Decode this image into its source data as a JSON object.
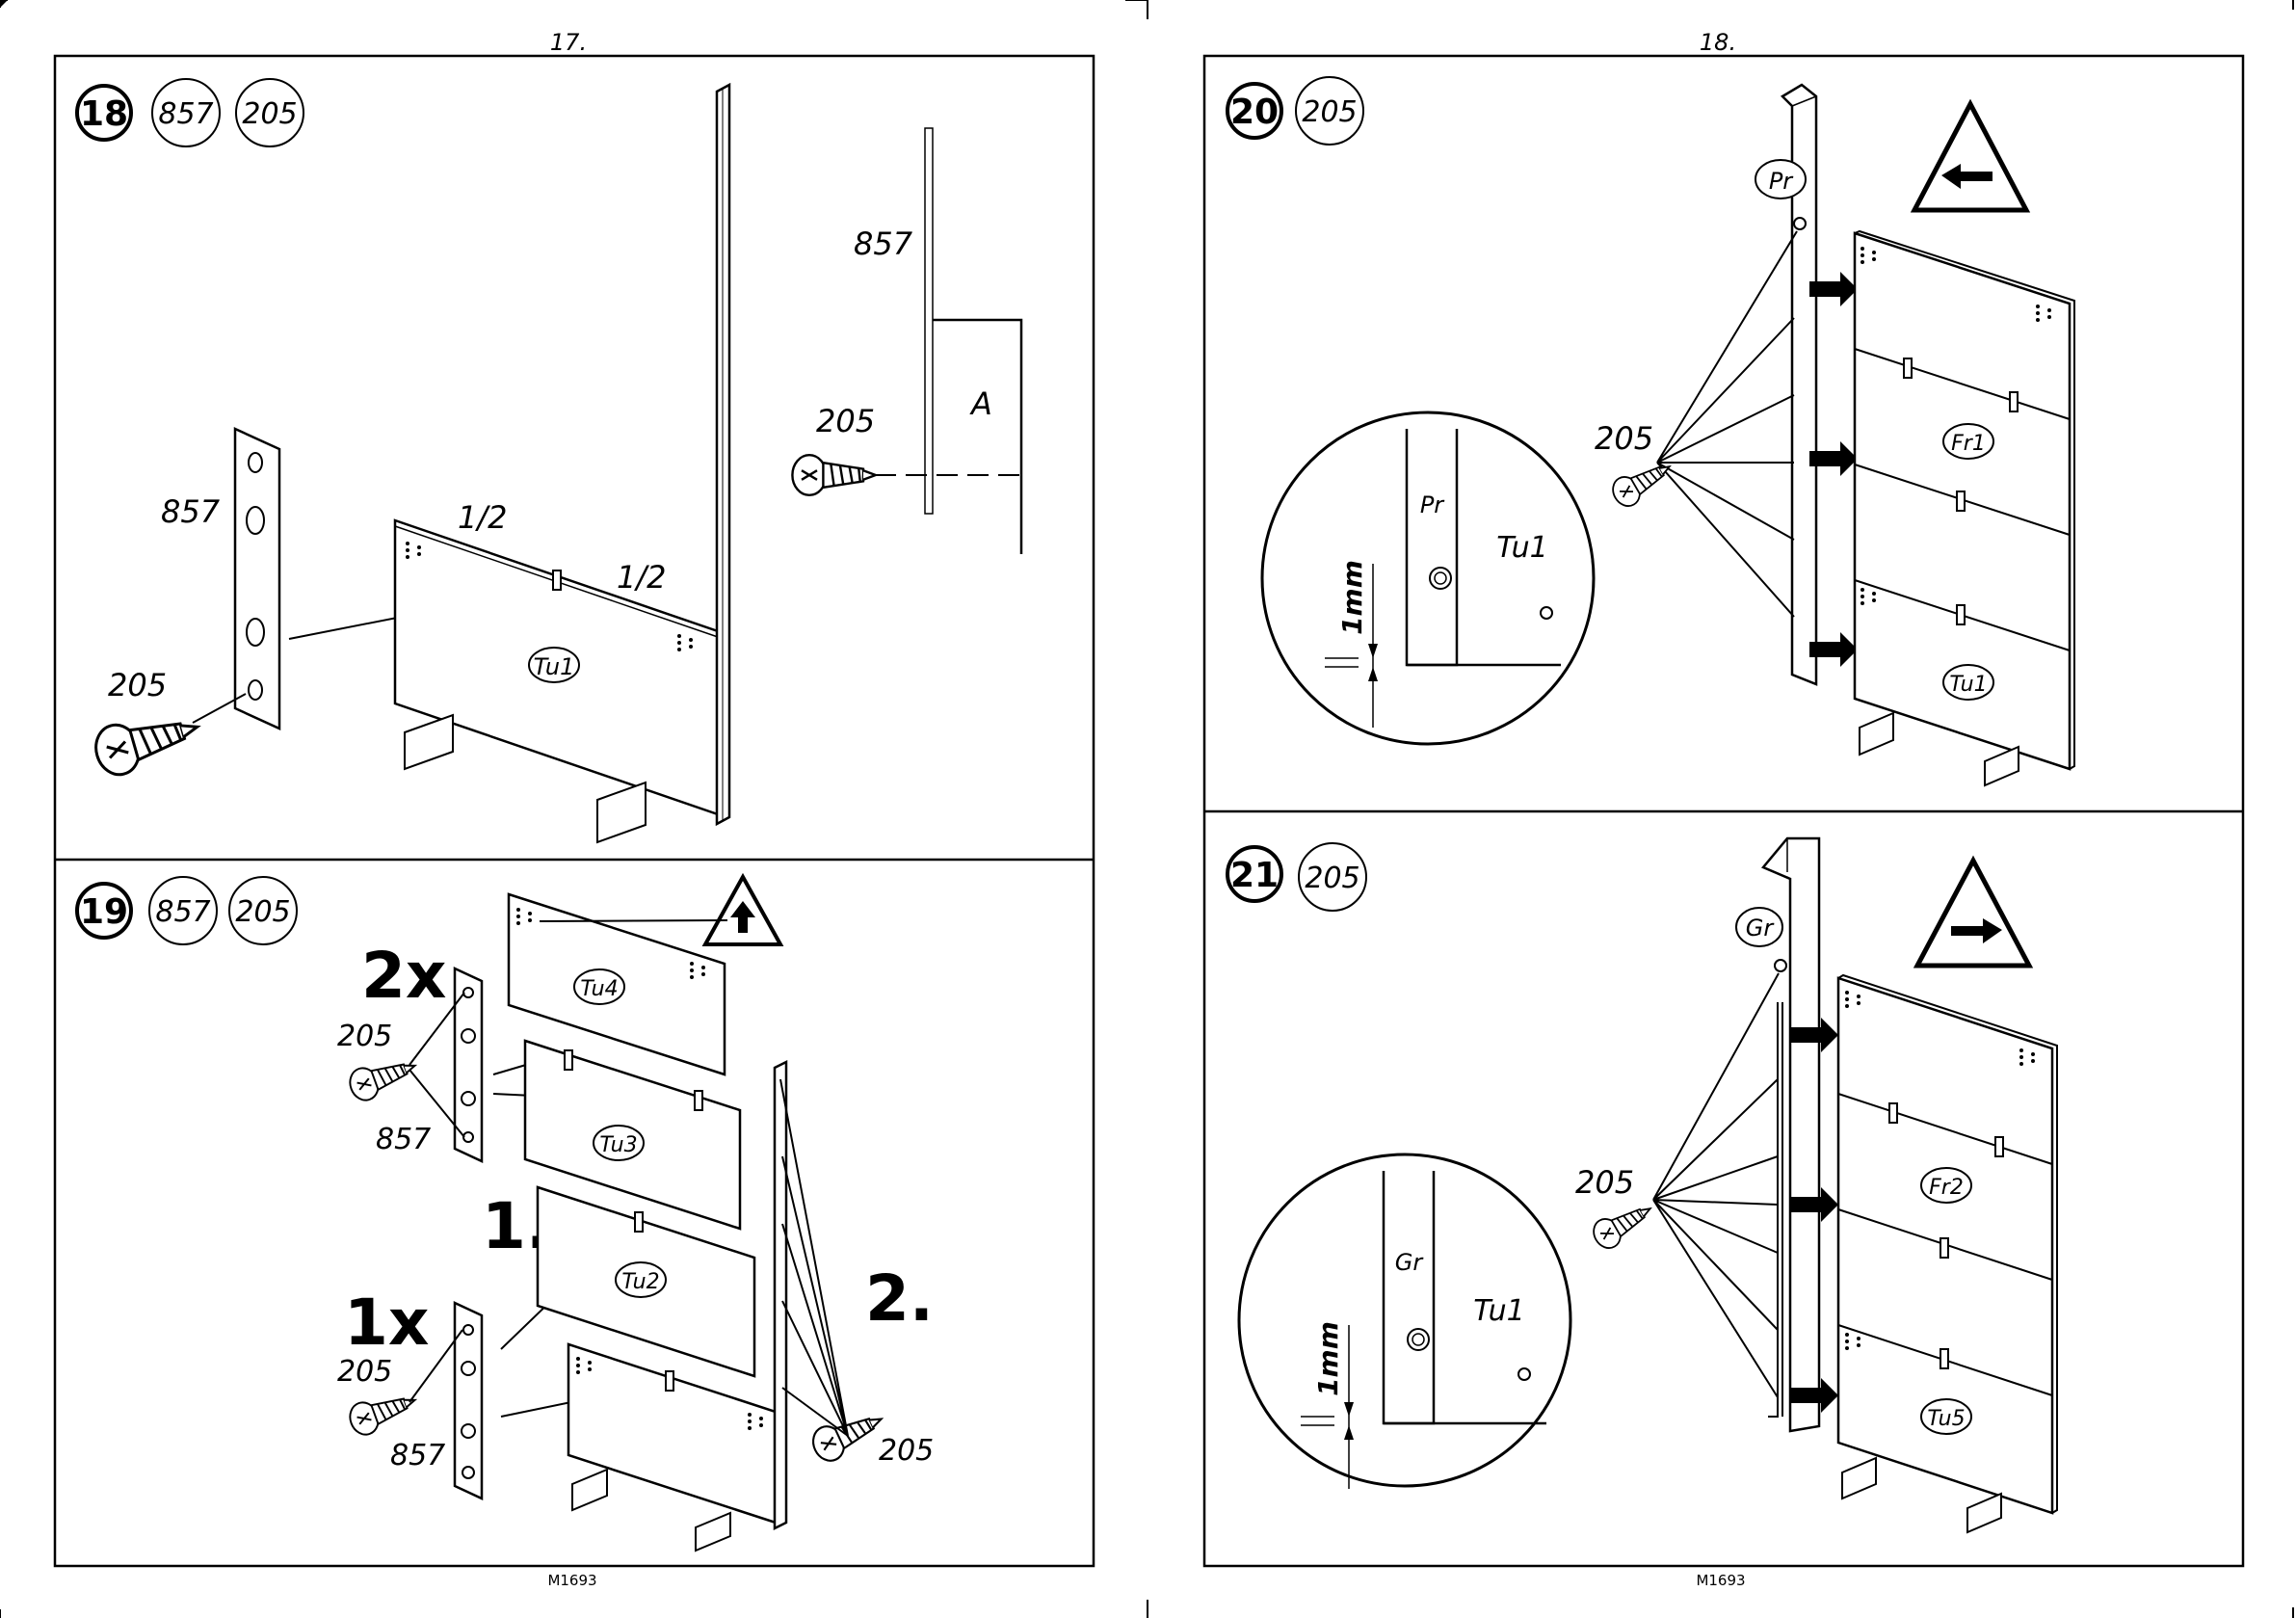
{
  "pages": [
    {
      "number": "17.",
      "footer": "M1693"
    },
    {
      "number": "18.",
      "footer": "M1693"
    }
  ],
  "steps": [
    {
      "number": "18",
      "parts": [
        "857",
        "205"
      ]
    },
    {
      "number": "19",
      "parts": [
        "857",
        "205"
      ]
    },
    {
      "number": "20",
      "parts": [
        "205"
      ]
    },
    {
      "number": "21",
      "parts": [
        "205"
      ]
    }
  ],
  "step18": {
    "label_857_left": "857",
    "label_205_left": "205",
    "half_a": "1/2",
    "half_b": "1/2",
    "panel": "Tu1",
    "label_857_right": "857",
    "label_205_right": "205",
    "part_a": "A"
  },
  "step19": {
    "count_top": "2x",
    "count_bottom": "1x",
    "order_1": "1.",
    "order_2": "2.",
    "label_205_top": "205",
    "label_857_top": "857",
    "label_205_bottom": "205",
    "label_857_bottom": "857",
    "label_205_right": "205",
    "panels": [
      "Tu4",
      "Tu3",
      "Tu2"
    ]
  },
  "step20": {
    "post": "Pr",
    "screw": "205",
    "panel_top": "Fr1",
    "panel_bottom": "Tu1",
    "detail_post": "Pr",
    "detail_panel": "Tu1",
    "gap": "1mm"
  },
  "step21": {
    "post": "Gr",
    "screw": "205",
    "panel_top": "Fr2",
    "panel_bottom": "Tu5",
    "detail_post": "Gr",
    "detail_panel": "Tu1",
    "gap": "1mm"
  }
}
